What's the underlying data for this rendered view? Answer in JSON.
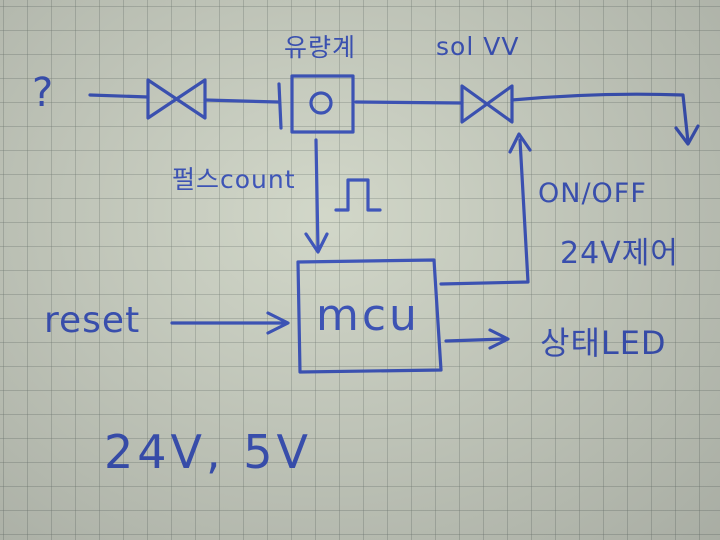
{
  "diagram": {
    "source_label": "?",
    "flowmeter_label": "유량계",
    "solenoid_label": "sol VV",
    "pulse_label": "펄스count",
    "control_label_line1": "ON/OFF",
    "control_label_line2": "24V제어",
    "mcu_label": "mcu",
    "reset_label": "reset",
    "led_label": "상태LED",
    "power_label": "24V, 5V"
  },
  "colors": {
    "ink": "#2b45b5",
    "paper": "#cdd3c3",
    "grid": "#7a8478"
  }
}
